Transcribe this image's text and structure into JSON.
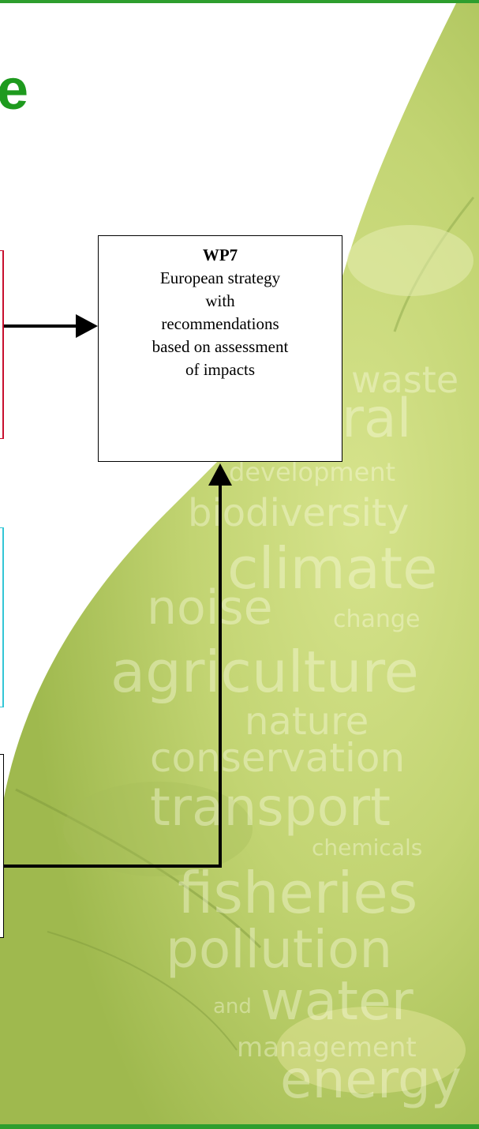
{
  "colors": {
    "frame_green": "#2e9e2e",
    "title_green": "#1e9a1e",
    "leaf_light": "#dfe9a8",
    "leaf_mid": "#b9cf6c",
    "leaf_dark": "#7f9a3c",
    "box_red_border": "#c8102e",
    "box_cyan_border": "#33c6d6"
  },
  "title_fragment": "e",
  "wp7": {
    "title": "WP7",
    "description_lines": [
      "European strategy",
      "with",
      "recommendations",
      "based on assessment",
      "of impacts"
    ]
  },
  "watermark_words": [
    "waste",
    "ral",
    "development",
    "biodiversity",
    "climate",
    "noise",
    "change",
    "agriculture",
    "nature",
    "conservation",
    "transport",
    "chemicals",
    "fisheries",
    "pollution",
    "and",
    "water",
    "management",
    "energy"
  ]
}
